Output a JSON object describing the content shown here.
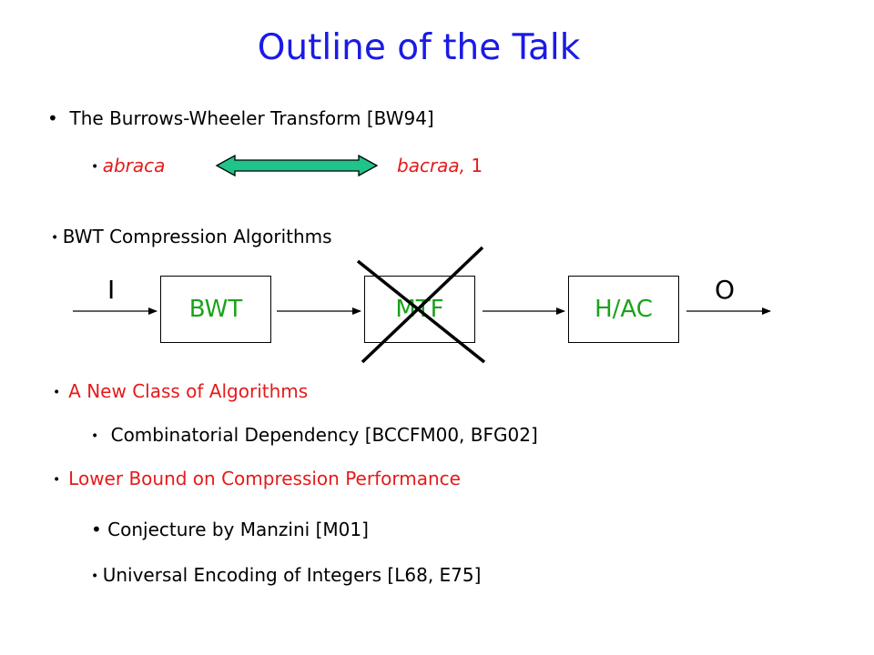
{
  "slide": {
    "title": "Outline of the Talk",
    "items": {
      "bwt_transform": "The Burrows-Wheeler Transform [BW94]",
      "example_left": "abraca",
      "example_right_italic": "bacraa,",
      "example_right_num": " 1",
      "bwt_compression": "BWT Compression Algorithms",
      "new_class": "A New Class of Algorithms",
      "combinatorial": "Combinatorial Dependency [BCCFM00, BFG02]",
      "lower_bound": "Lower Bound on Compression Performance",
      "conjecture": "Conjecture by Manzini [M01]",
      "universal": "Universal Encoding of Integers [L68, E75]"
    },
    "pipeline": {
      "input_label": "I",
      "output_label": "O",
      "boxes": [
        "BWT",
        "MTF",
        "H/AC"
      ],
      "crossed_out": "MTF"
    },
    "colors": {
      "title": "#1a1ae6",
      "highlight": "#e61a1a",
      "box_text": "#1aa31a",
      "double_arrow": "#1fc48a"
    }
  }
}
